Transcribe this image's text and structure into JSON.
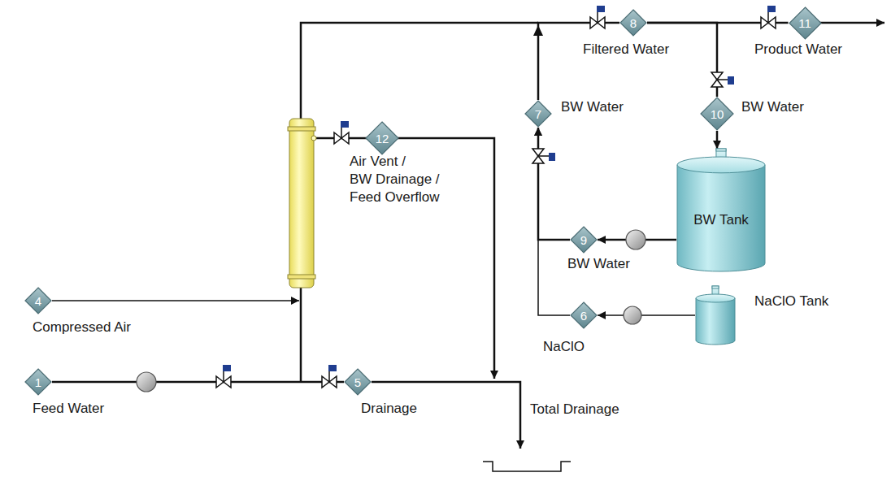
{
  "diagram": {
    "nodes": [
      {
        "text": [
          "8",
          "Filtered Water"
        ]
      },
      {
        "text": [
          "11",
          "Product Water"
        ]
      },
      {
        "text": [
          "7",
          "BW Water"
        ]
      },
      {
        "text": [
          "10",
          "BW Water"
        ]
      },
      {
        "text": [
          "12",
          "Air Vent / BW Drainage / Feed Overflow"
        ]
      },
      {
        "text": [
          "BW Tank"
        ]
      },
      {
        "text": [
          "9",
          "BW Water"
        ]
      },
      {
        "text": [
          "4",
          "Compressed Air"
        ]
      },
      {
        "text": [
          "6",
          "NaClO"
        ]
      },
      {
        "text": [
          "NaClO Tank"
        ]
      },
      {
        "text": [
          "1",
          "Feed Water"
        ]
      },
      {
        "text": [
          "5",
          "Drainage"
        ]
      }
    ],
    "edges": [
      {
        "from": 3,
        "to": 5,
        "arrow": "to"
      },
      {
        "from": 5,
        "to": 6,
        "arrow": "to"
      },
      {
        "from": 6,
        "to": 2,
        "arrow": "to"
      },
      {
        "from": 8,
        "to": 2,
        "arrow": "to"
      },
      {
        "from": 2,
        "to": 0,
        "arrow": "none"
      },
      {
        "from": 0,
        "to": 1,
        "arrow": "none"
      },
      {
        "from": 0,
        "to": 3,
        "arrow": "none"
      },
      {
        "from": 10,
        "to": 11,
        "arrow": "none"
      },
      {
        "from": 9,
        "to": 8,
        "arrow": "to"
      }
    ],
    "labels": [
      "Total Drainage"
    ]
  }
}
